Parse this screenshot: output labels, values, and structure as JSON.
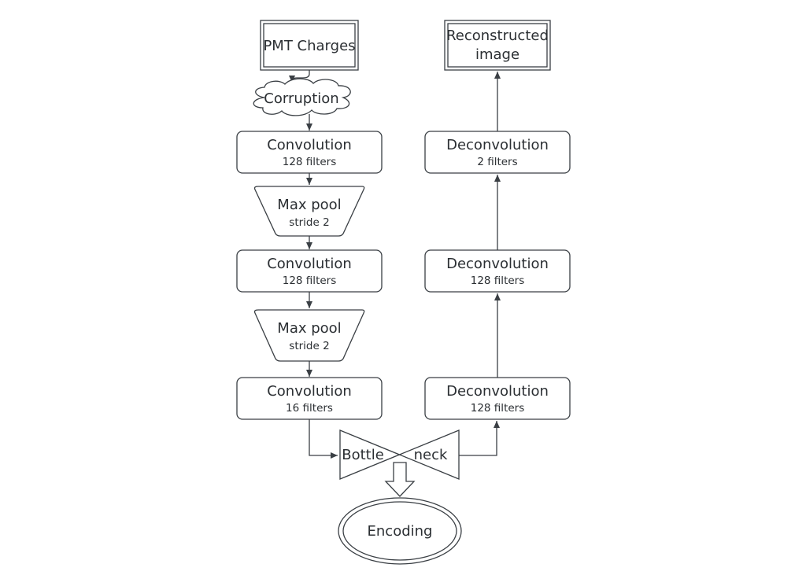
{
  "input_label": "PMT Charges",
  "corruption_label": "Corruption",
  "encoder": {
    "conv1": {
      "title": "Convolution",
      "sub": "128 filters"
    },
    "pool1": {
      "title": "Max pool",
      "sub": "stride 2"
    },
    "conv2": {
      "title": "Convolution",
      "sub": "128 filters"
    },
    "pool2": {
      "title": "Max pool",
      "sub": "stride 2"
    },
    "conv3": {
      "title": "Convolution",
      "sub": "16 filters"
    }
  },
  "bottleneck": {
    "left": "Bottle",
    "right": "neck"
  },
  "encoding_label": "Encoding",
  "decoder": {
    "deconv1": {
      "title": "Deconvolution",
      "sub": "128 filters"
    },
    "deconv2": {
      "title": "Deconvolution",
      "sub": "128 filters"
    },
    "deconv3": {
      "title": "Deconvolution",
      "sub": "2 filters"
    }
  },
  "output_label": [
    "Reconstructed",
    "image"
  ]
}
